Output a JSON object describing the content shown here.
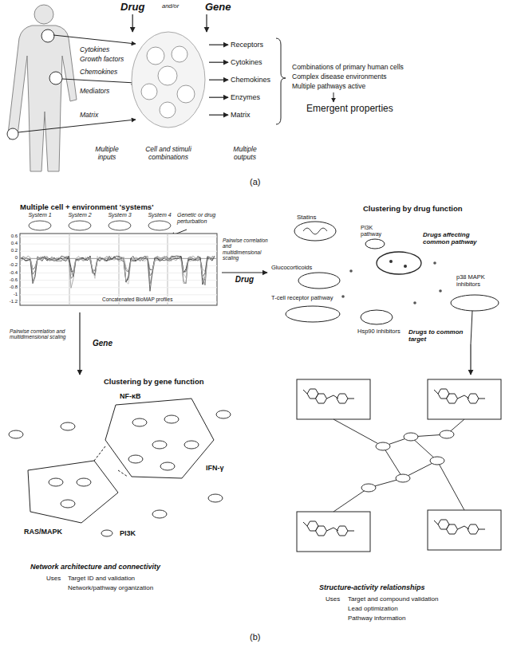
{
  "diagram": {
    "nodes": [
      {
        "text": [
          "Drug"
        ]
      },
      {
        "text": [
          "Gene"
        ]
      },
      {
        "text": [
          "Cell and stimuli combinations"
        ]
      },
      {
        "text": [
          "Receptors"
        ]
      },
      {
        "text": [
          "Cytokines"
        ]
      },
      {
        "text": [
          "Chemokines"
        ]
      },
      {
        "text": [
          "Enzymes"
        ]
      },
      {
        "text": [
          "Matrix"
        ]
      },
      {
        "text": [
          "Multiple cell + environment 'systems'"
        ]
      },
      {
        "text": [
          "Clustering by drug function"
        ]
      },
      {
        "text": [
          "Clustering by gene function"
        ]
      },
      {
        "text": [
          "Structure-activity relationships"
        ]
      }
    ],
    "edges": [
      {
        "from": 0,
        "to": 2,
        "arrow": "to"
      },
      {
        "from": 1,
        "to": 2,
        "arrow": "to"
      },
      {
        "from": 2,
        "to": 3,
        "arrow": "to"
      },
      {
        "from": 2,
        "to": 4,
        "arrow": "to"
      },
      {
        "from": 2,
        "to": 5,
        "arrow": "to"
      },
      {
        "from": 2,
        "to": 6,
        "arrow": "to"
      },
      {
        "from": 2,
        "to": 7,
        "arrow": "to"
      },
      {
        "from": 8,
        "to": 9,
        "label": "Drug",
        "arrow": "to"
      },
      {
        "from": 8,
        "to": 10,
        "label": "Gene",
        "arrow": "to"
      },
      {
        "from": 9,
        "to": 11,
        "arrow": "to"
      }
    ],
    "labels": [
      "Cytokines",
      "Growth factors",
      "Chemokines",
      "Mediators",
      "Matrix",
      "and/or",
      "Combinations of primary human cells",
      "Complex disease environments",
      "Multiple pathways active",
      "Emergent properties",
      "Multiple inputs",
      "Multiple outputs",
      "(a)",
      "System 1",
      "System 2",
      "System 3",
      "System 4",
      "Genetic or drug perturbation",
      "0.6",
      "0.4",
      "0.2",
      "0",
      "-0.2",
      "-0.4",
      "-0.6",
      "-0.8",
      "-1",
      "-1.2",
      "Concatenated BioMAP profiles",
      "Pairwise correlation and multidimensional scaling",
      "Pairwise correlation and multidimensional scaling",
      "Statins",
      "PI3K pathway",
      "Drugs affecting common pathway",
      "Glucocorticoids",
      "p38 MAPK inhibitors",
      "T-cell receptor pathway",
      "Hsp90 inhibitors",
      "Drugs to common target",
      "NF-κB",
      "IFN-γ",
      "RAS/MAPK",
      "PI3K",
      "Network architecture and connectivity",
      "Uses",
      "Target ID and validation",
      "Network/pathway organization",
      "Uses",
      "Target and compound validation",
      "Lead optimization",
      "Pathway information",
      "(b)"
    ]
  }
}
